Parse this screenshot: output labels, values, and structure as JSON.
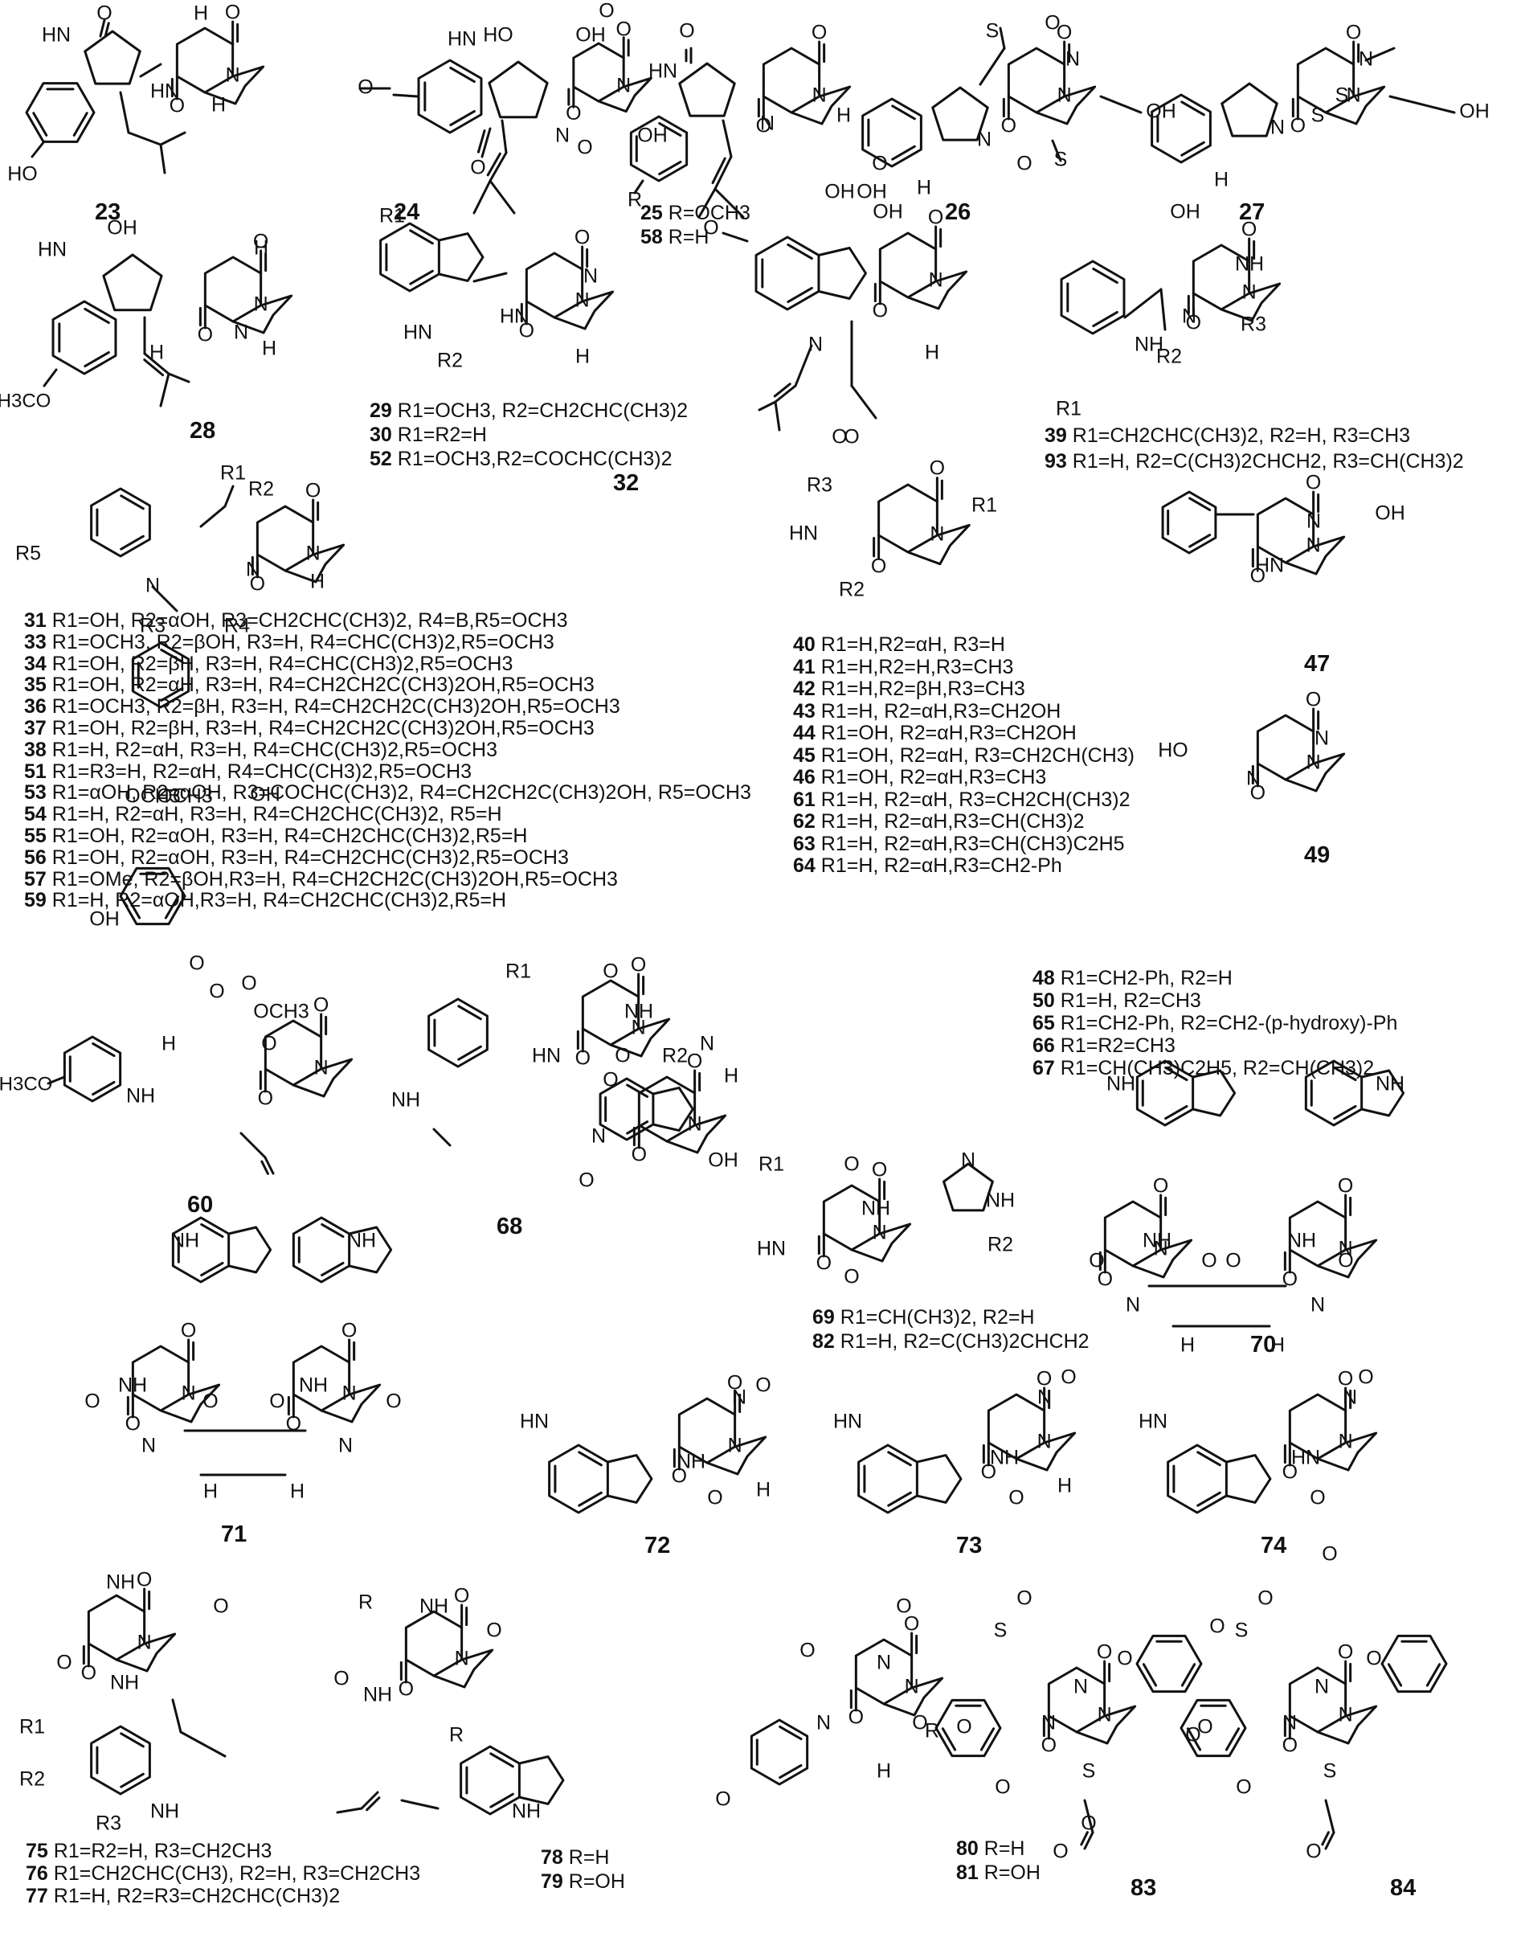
{
  "structures": [
    {
      "id": "23"
    },
    {
      "id": "24"
    },
    {
      "id": "26"
    },
    {
      "id": "27"
    },
    {
      "id": "28"
    },
    {
      "id": "32"
    },
    {
      "id": "47"
    },
    {
      "id": "49"
    },
    {
      "id": "60"
    },
    {
      "id": "68"
    },
    {
      "id": "70"
    },
    {
      "id": "71"
    },
    {
      "id": "72"
    },
    {
      "id": "73"
    },
    {
      "id": "74"
    },
    {
      "id": "83"
    },
    {
      "id": "84"
    }
  ],
  "r_groups": {
    "g25": [
      {
        "id": "25",
        "text": "R=OCH3"
      },
      {
        "id": "58",
        "text": "R=H"
      }
    ],
    "g29": [
      {
        "id": "29",
        "text": "R1=OCH3, R2=CH2CHC(CH3)2"
      },
      {
        "id": "30",
        "text": "R1=R2=H"
      },
      {
        "id": "52",
        "text": "R1=OCH3,R2=COCHC(CH3)2"
      }
    ],
    "g39": [
      {
        "id": "39",
        "text": "R1=CH2CHC(CH3)2, R2=H, R3=CH3"
      },
      {
        "id": "93",
        "text": "R1=H, R2=C(CH3)2CHCH2, R3=CH(CH3)2"
      }
    ],
    "g31": [
      {
        "id": "31",
        "text": "R1=OH, R2=αOH, R3=CH2CHC(CH3)2, R4=B,R5=OCH3"
      },
      {
        "id": "33",
        "text": "R1=OCH3, R2=βOH, R3=H, R4=CHC(CH3)2,R5=OCH3"
      },
      {
        "id": "34",
        "text": "R1=OH, R2=βH, R3=H, R4=CHC(CH3)2,R5=OCH3"
      },
      {
        "id": "35",
        "text": "R1=OH, R2=αH, R3=H, R4=CH2CH2C(CH3)2OH,R5=OCH3"
      },
      {
        "id": "36",
        "text": "R1=OCH3, R2=βH, R3=H, R4=CH2CH2C(CH3)2OH,R5=OCH3"
      },
      {
        "id": "37",
        "text": "R1=OH, R2=βH, R3=H, R4=CH2CH2C(CH3)2OH,R5=OCH3"
      },
      {
        "id": "38",
        "text": "R1=H, R2=αH, R3=H, R4=CHC(CH3)2,R5=OCH3"
      },
      {
        "id": "51",
        "text": "R1=R3=H, R2=αH, R4=CHC(CH3)2,R5=OCH3"
      },
      {
        "id": "53",
        "text": "R1=αOH, R2=αOH, R3=COCHC(CH3)2, R4=CH2CH2C(CH3)2OH, R5=OCH3"
      },
      {
        "id": "54",
        "text": "R1=H, R2=αH, R3=H, R4=CH2CHC(CH3)2, R5=H"
      },
      {
        "id": "55",
        "text": "R1=OH, R2=αOH, R3=H, R4=CH2CHC(CH3)2,R5=H"
      },
      {
        "id": "56",
        "text": "R1=OH, R2=αOH, R3=H, R4=CH2CHC(CH3)2,R5=OCH3"
      },
      {
        "id": "57",
        "text": "R1=OMe, R2=βOH,R3=H, R4=CH2CH2C(CH3)2OH,R5=OCH3"
      },
      {
        "id": "59",
        "text": "R1=H, R2=αOH,R3=H, R4=CH2CHC(CH3)2,R5=H"
      }
    ],
    "g40": [
      {
        "id": "40",
        "text": "R1=H,R2=αH, R3=H"
      },
      {
        "id": "41",
        "text": "R1=H,R2=H,R3=CH3"
      },
      {
        "id": "42",
        "text": "R1=H,R2=βH,R3=CH3"
      },
      {
        "id": "43",
        "text": "R1=H, R2=αH,R3=CH2OH"
      },
      {
        "id": "44",
        "text": "R1=OH, R2=αH,R3=CH2OH"
      },
      {
        "id": "45",
        "text": "R1=OH, R2=αH, R3=CH2CH(CH3)"
      },
      {
        "id": "46",
        "text": "R1=OH, R2=αH,R3=CH3"
      },
      {
        "id": "61",
        "text": "R1=H, R2=αH, R3=CH2CH(CH3)2"
      },
      {
        "id": "62",
        "text": "R1=H, R2=αH,R3=CH(CH3)2"
      },
      {
        "id": "63",
        "text": "R1=H, R2=αH,R3=CH(CH3)C2H5"
      },
      {
        "id": "64",
        "text": "R1=H, R2=αH,R3=CH2-Ph"
      }
    ],
    "g48": [
      {
        "id": "48",
        "text": "R1=CH2-Ph, R2=H"
      },
      {
        "id": "50",
        "text": "R1=H, R2=CH3"
      },
      {
        "id": "65",
        "text": "R1=CH2-Ph, R2=CH2-(p-hydroxy)-Ph"
      },
      {
        "id": "66",
        "text": "R1=R2=CH3"
      },
      {
        "id": "67",
        "text": "R1=CH(CH3)C2H5, R2=CH(CH3)2"
      }
    ],
    "g69": [
      {
        "id": "69",
        "text": "R1=CH(CH3)2, R2=H"
      },
      {
        "id": "82",
        "text": "R1=H, R2=C(CH3)2CHCH2"
      }
    ],
    "g75": [
      {
        "id": "75",
        "text": "R1=R2=H, R3=CH2CH3"
      },
      {
        "id": "76",
        "text": "R1=CH2CHC(CH3), R2=H, R3=CH2CH3"
      },
      {
        "id": "77",
        "text": "R1=H, R2=R3=CH2CHC(CH3)2"
      }
    ],
    "g78": [
      {
        "id": "78",
        "text": "R=H"
      },
      {
        "id": "79",
        "text": "R=OH"
      }
    ],
    "g80": [
      {
        "id": "80",
        "text": "R=H"
      },
      {
        "id": "81",
        "text": "R=OH"
      }
    ]
  },
  "atoms": {
    "O": "O",
    "N": "N",
    "S": "S",
    "H": "H",
    "HN": "HN",
    "NH": "NH",
    "OH": "OH",
    "HO": "HO",
    "R": "R",
    "R1": "R1",
    "R2": "R2",
    "R3": "R3",
    "R4": "R4",
    "R5": "R5",
    "H3CO": "H3CO",
    "OCH3": "OCH3"
  }
}
